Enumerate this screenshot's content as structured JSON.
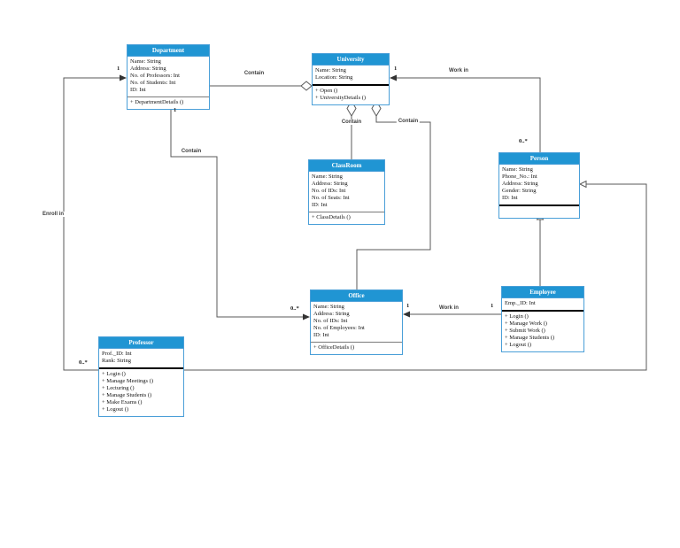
{
  "diagram": {
    "classes": {
      "department": {
        "name": "Department",
        "attributes": [
          "Name: String",
          "Address: String",
          "No. of Professors: Int",
          "No. of Students: Int",
          "ID: Int"
        ],
        "methods": [
          "+ DepartmentDetails ()"
        ]
      },
      "university": {
        "name": "University",
        "attributes": [
          "Name: String",
          "Location: String"
        ],
        "methods": [
          "+ Open ()",
          "+ UniversityDetails ()"
        ]
      },
      "classroom": {
        "name": "ClassRoom",
        "attributes": [
          "Name: String",
          "Address: String",
          "No. of IDs: Int",
          "No. of Seats: Int",
          "ID: Int"
        ],
        "methods": [
          "+ ClassDetails ()"
        ]
      },
      "person": {
        "name": "Person",
        "attributes": [
          "Name: String",
          "Phone_No.: Int",
          "Address: String",
          "Gender: String",
          "ID: Int"
        ],
        "methods": []
      },
      "office": {
        "name": "Office",
        "attributes": [
          "Name: String",
          "Address: String",
          "No. of IDs: Int",
          "No. of Employees: Int",
          "ID: Int"
        ],
        "methods": [
          "+ OfficeDetails ()"
        ]
      },
      "employee": {
        "name": "Employee",
        "attributes": [
          "Emp._ID: Int"
        ],
        "methods": [
          "+ Login ()",
          "+ Manage Work ()",
          "+ Submit Work ()",
          "+ Manage Students ()",
          "+ Logout ()"
        ]
      },
      "professor": {
        "name": "Professor",
        "attributes": [
          "Prof._ID: Int",
          "Rank: String"
        ],
        "methods": [
          "+ Login ()",
          "+ Manage Meetings ()",
          "+ Lecturing ()",
          "+ Manage Students ()",
          "+ Make Exams ()",
          "+ Logout ()"
        ]
      }
    },
    "edge_labels": {
      "contain_dept_univ": "Contain",
      "contain_univ_classroom": "Contain",
      "contain_univ_office": "Contain",
      "contain_dept_office": "Contain",
      "workin_univ_person": "Work in",
      "workin_office_employee": "Work in",
      "enroll_in": "Enroll in"
    },
    "multiplicities": {
      "dept_enroll_one": "1",
      "dept_contain_one": "1",
      "office_contain_many": "0..*",
      "univ_workin_one": "1",
      "person_workin_many": "0..*",
      "office_workin_one": "1",
      "employee_workin_one": "1",
      "professor_enroll_many": "0..*"
    },
    "colors": {
      "header_blue": "#2095d3",
      "border_blue": "#4a9fd8",
      "line_gray": "#595959"
    }
  }
}
